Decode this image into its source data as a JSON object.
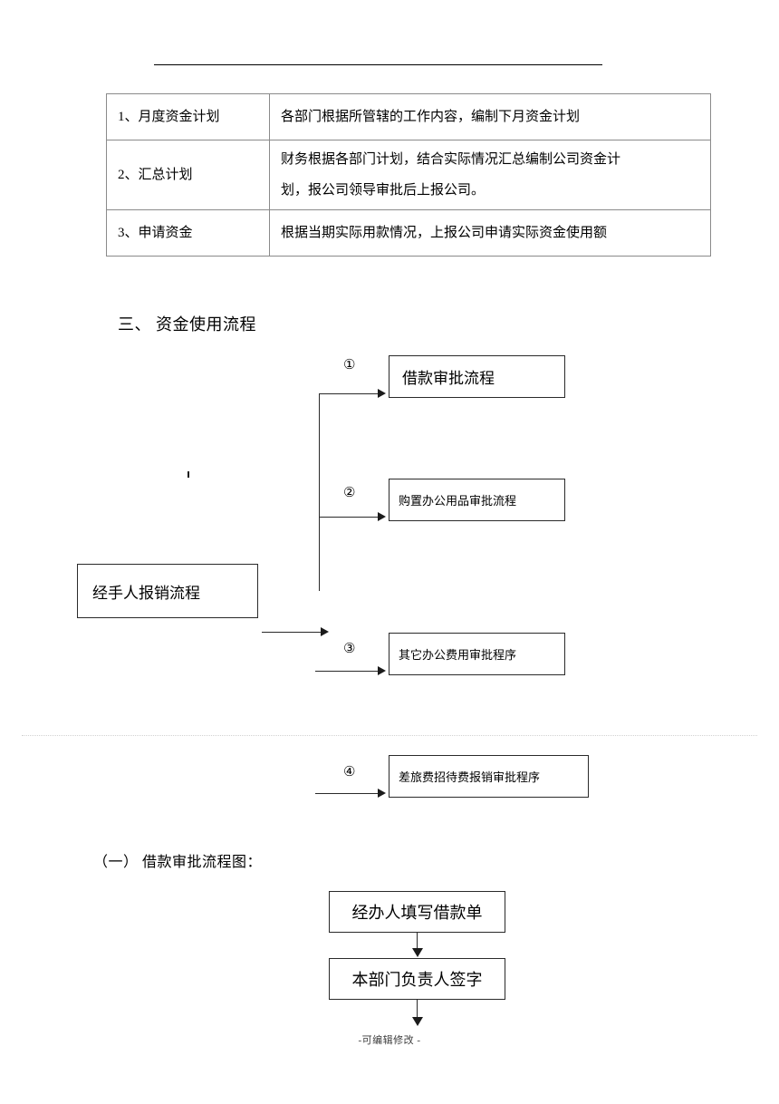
{
  "document": {
    "heading_3": "三、  资金使用流程",
    "heading_sub": "（一）  借款审批流程图：",
    "footer": "-可编辑修改 -"
  },
  "table": {
    "rows": [
      {
        "label": "1、月度资金计划",
        "content": "各部门根据所管辖的工作内容，编制下月资金计划",
        "content_line2": ""
      },
      {
        "label": "2、汇总计划",
        "content": "财务根据各部门计划，结合实际情况汇总编制公司资金计",
        "content_line2": "划，报公司领导审批后上报公司。"
      },
      {
        "label": "3、申请资金",
        "content": "根据当期实际用款情况，上报公司申请实际资金使用额",
        "content_line2": ""
      }
    ]
  },
  "flow_usage": {
    "source_box": "经手人报销流程",
    "branches": [
      {
        "marker": "①",
        "label": "借款审批流程"
      },
      {
        "marker": "②",
        "label": "购置办公用品审批流程"
      },
      {
        "marker": "③",
        "label": "其它办公费用审批程序"
      },
      {
        "marker": "④",
        "label": "差旅费招待费报销审批程序"
      }
    ]
  },
  "flow_loan": {
    "steps": [
      {
        "label": "经办人填写借款单"
      },
      {
        "label": "本部门负责人签字"
      }
    ]
  }
}
